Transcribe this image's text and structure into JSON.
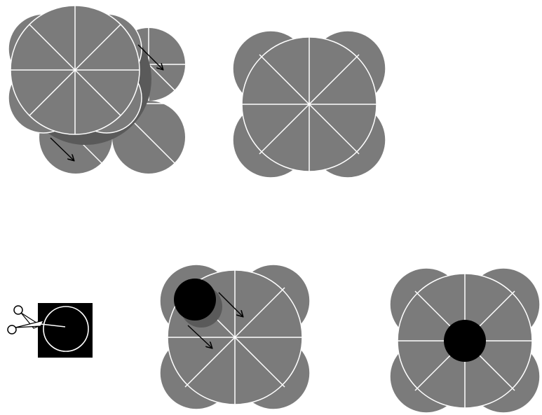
{
  "colors": {
    "petal_fill": "#7b7b7b",
    "petal_line": "#ffffff",
    "shadow": "#5a5a5a",
    "center_disc": "#000000",
    "arrow": "#000000",
    "background": "#ffffff"
  },
  "steps": [
    {
      "id": "step-1",
      "description_icons": [
        "flower-cluster",
        "drag-arrow-icon"
      ]
    },
    {
      "id": "step-2",
      "description_icons": [
        "flower-assembled"
      ]
    },
    {
      "id": "step-3",
      "description_icons": [
        "scissors-icon",
        "black-circle-cutout"
      ]
    },
    {
      "id": "step-4",
      "description_icons": [
        "flower-with-center-disc",
        "drag-arrow-icon"
      ]
    },
    {
      "id": "step-5",
      "description_icons": [
        "flower-complete"
      ]
    }
  ]
}
